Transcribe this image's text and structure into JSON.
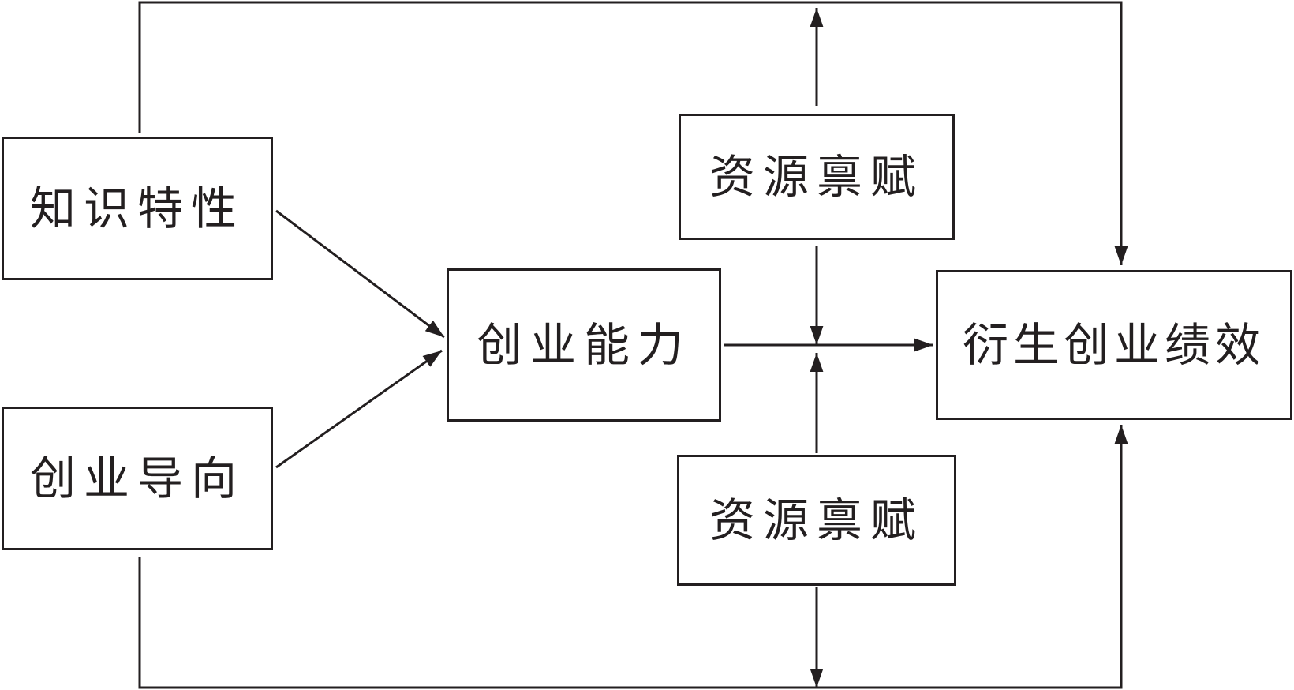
{
  "nodes": {
    "knowledge": "知识特性",
    "orientation": "创业导向",
    "capability": "创业能力",
    "resource_top": "资源禀赋",
    "resource_bottom": "资源禀赋",
    "performance": "衍生创业绩效"
  },
  "colors": {
    "line": "#231f20",
    "background": "#ffffff"
  }
}
